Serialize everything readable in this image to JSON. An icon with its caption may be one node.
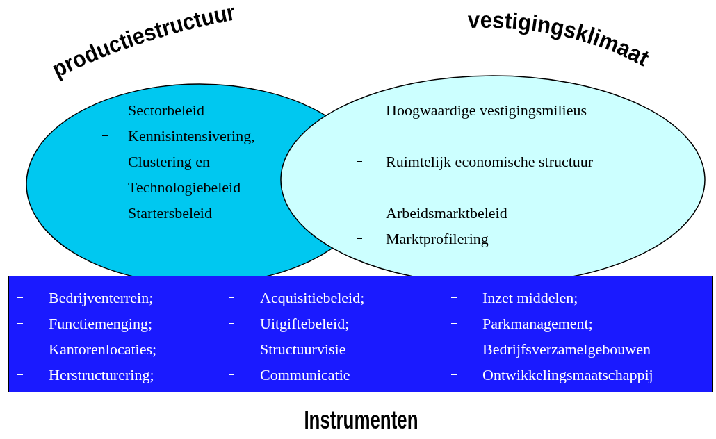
{
  "diagram": {
    "nodes": [
      {
        "text": [
          "productiestructuur",
          "Sectorbeleid",
          "Kennisintensivering, Clustering en Technologiebeleid",
          "Startersbeleid"
        ]
      },
      {
        "text": [
          "vestigingsklimaat",
          "Hoogwaardige vestigingsmilieus",
          "Ruimtelijk economische structuur",
          "Arbeidsmarktbeleid",
          "Marktprofilering"
        ]
      },
      {
        "text": [
          "Instrumenten",
          "Bedrijventerrein;",
          "Acquisitiebeleid;",
          "Inzet middelen;",
          "Functiemenging;",
          "Uitgiftebeleid;",
          "Parkmanagement;",
          "Kantorenlocaties;",
          "Structuurvisie",
          "Bedrijfsverzamelgebouwen",
          "Herstructurering;",
          "Communicatie",
          "Ontwikkelingsmaatschappij"
        ]
      }
    ]
  }
}
